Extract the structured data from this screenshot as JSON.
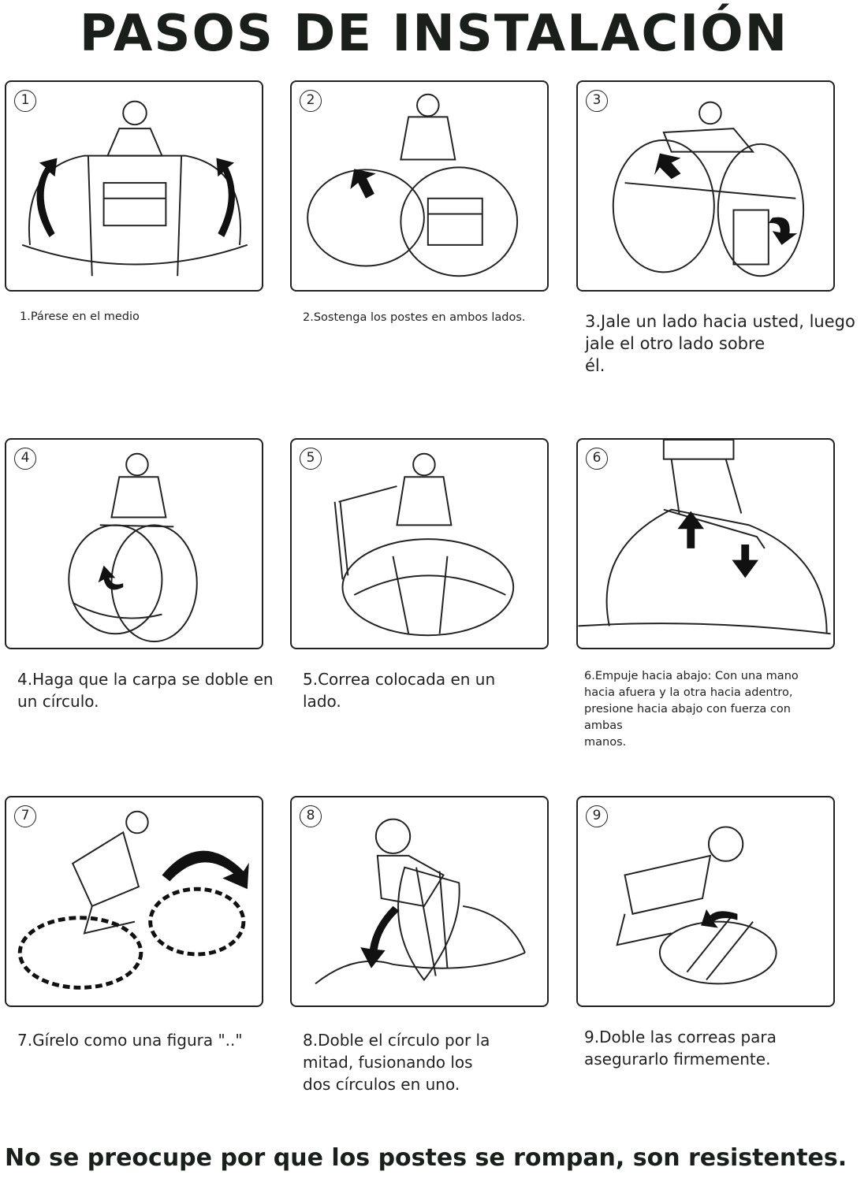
{
  "title": "PASOS DE INSTALACIÓN",
  "steps": [
    {
      "number": "1",
      "caption": "1.Párese en el medio"
    },
    {
      "number": "2",
      "caption": "2.Sostenga los postes en ambos lados."
    },
    {
      "number": "3",
      "caption": "3.Jale un lado hacia usted, luego\njale el otro lado sobre\nél."
    },
    {
      "number": "4",
      "caption": "4.Haga que la carpa se doble en\nun círculo."
    },
    {
      "number": "5",
      "caption": "5.Correa colocada en un\nlado."
    },
    {
      "number": "6",
      "caption": "6.Empuje hacia abajo: Con una mano\nhacia afuera y la otra hacia adentro,\npresione hacia abajo con fuerza con\nambas\n manos."
    },
    {
      "number": "7",
      "caption": "7.Gírelo como una figura \"..\""
    },
    {
      "number": "8",
      "caption": "8.Doble el círculo por la\nmitad, fusionando los\ndos círculos en uno."
    },
    {
      "number": "9",
      "caption": "9.Doble las correas para\nasegurarlo firmemente."
    }
  ],
  "footer": "No se preocupe por que los postes se rompan, son resistentes.",
  "colors": {
    "ink": "#222222",
    "title": "#1b1f1b",
    "background": "#ffffff"
  }
}
